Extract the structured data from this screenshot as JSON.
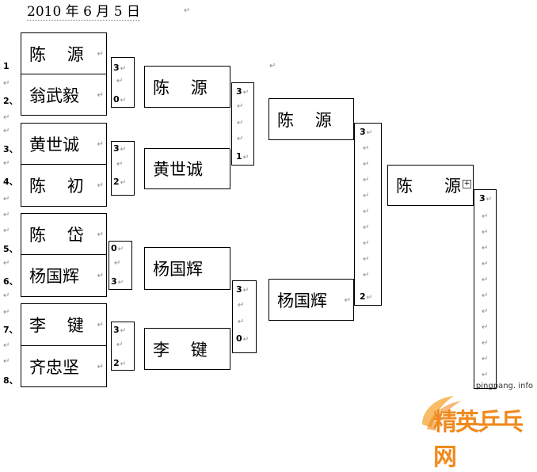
{
  "header": {
    "date": "2010 年 6 月  5  日"
  },
  "seeds": [
    "1",
    "2、",
    "3、",
    "4、",
    "5、",
    "6、",
    "7、",
    "8、"
  ],
  "round1": [
    {
      "top": "陈    源",
      "bottom": "翁武毅",
      "score_top": "3",
      "score_bottom": "0"
    },
    {
      "top": "黄世诚",
      "bottom": "陈    初",
      "score_top": "3",
      "score_bottom": "2"
    },
    {
      "top": "陈    岱",
      "bottom": "杨国辉",
      "score_top": "0",
      "score_bottom": "3"
    },
    {
      "top": "李    键",
      "bottom": "齐忠坚",
      "score_top": "3",
      "score_bottom": "2"
    }
  ],
  "round2": [
    {
      "top": "陈    源",
      "bottom": "黄世诚",
      "score_top": "3",
      "score_bottom": "1"
    },
    {
      "top": "杨国辉",
      "bottom": "李    键",
      "score_top": "3",
      "score_bottom": "0"
    }
  ],
  "round3": {
    "top": "陈    源",
    "bottom": "杨国辉",
    "score_top": "3",
    "score_bottom": "2"
  },
  "final": {
    "winner": "陈      源",
    "score": "3"
  },
  "paragraph_mark": "↵",
  "watermark": {
    "site": "pingpang. info",
    "brand": "精英乒乓网"
  }
}
